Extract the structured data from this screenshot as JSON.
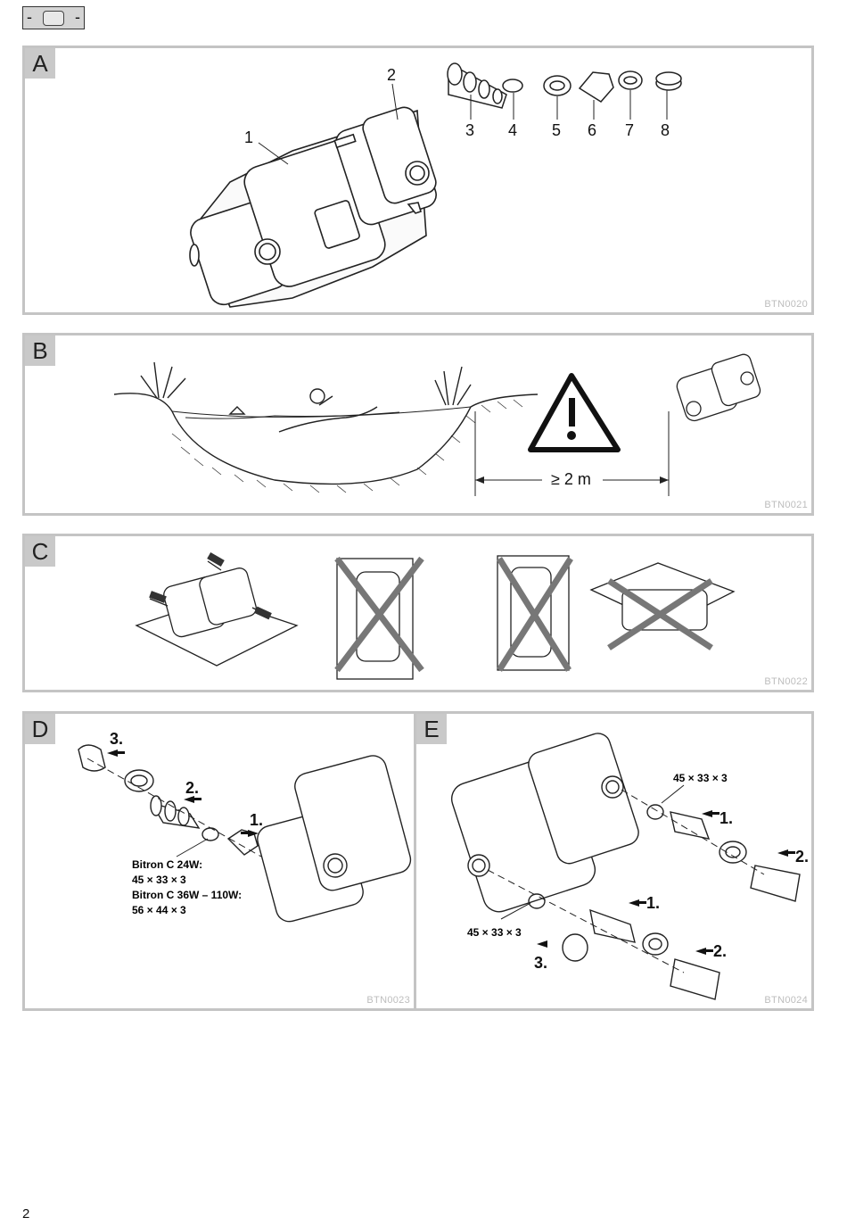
{
  "header": {
    "left_dash": "-",
    "right_dash": "-"
  },
  "panels": {
    "A": {
      "letter": "A",
      "code": "BTN0020",
      "callouts": [
        "1",
        "2",
        "3",
        "4",
        "5",
        "6",
        "7",
        "8"
      ]
    },
    "B": {
      "letter": "B",
      "code": "BTN0021",
      "distance": "≥ 2 m"
    },
    "C": {
      "letter": "C",
      "code": "BTN0022"
    },
    "D": {
      "letter": "D",
      "code": "BTN0023",
      "steps": [
        "1.",
        "2.",
        "3."
      ],
      "spec_lines": [
        "Bitron C 24W:",
        "45 × 33 × 3",
        "Bitron C 36W – 110W:",
        "56 × 44 × 3"
      ]
    },
    "E": {
      "letter": "E",
      "code": "BTN0024",
      "steps_top": [
        "1.",
        "2."
      ],
      "steps_bottom": [
        "1.",
        "2.",
        "3."
      ],
      "size_top": "45 × 33 × 3",
      "size_bottom": "45 × 33 × 3"
    }
  },
  "footer": {
    "page_number": "2"
  }
}
